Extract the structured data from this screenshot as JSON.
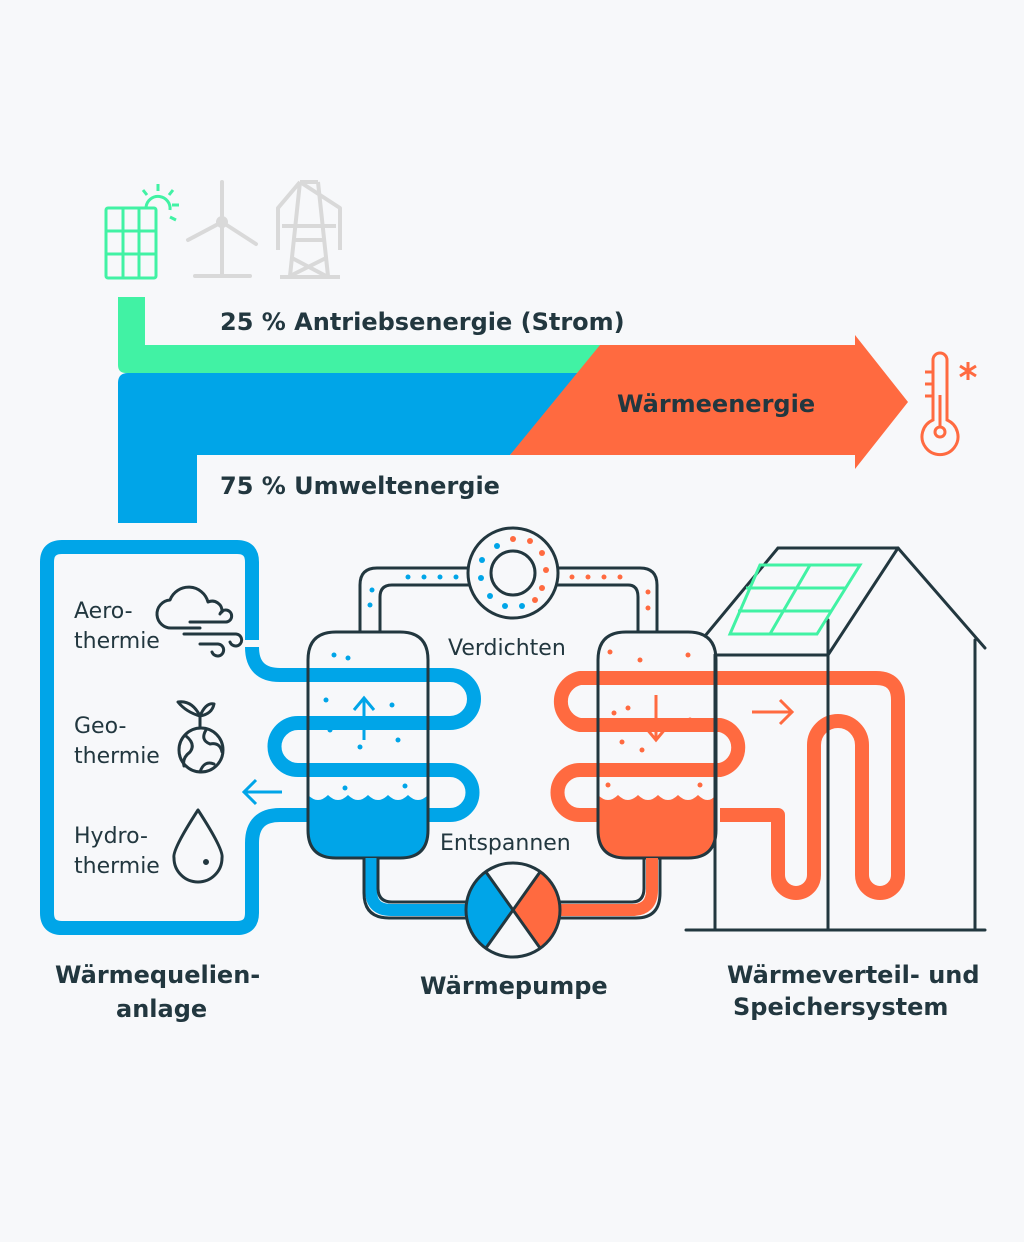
{
  "flow": {
    "drive_energy": "25 % Antriebsenergie (Strom)",
    "heat_energy": "Wärmeenergie",
    "environment_energy": "75 % Umweltenergie"
  },
  "sources": {
    "aero": [
      "Aero-",
      "thermie"
    ],
    "geo": [
      "Geo-",
      "thermie"
    ],
    "hydro": [
      "Hydro-",
      "thermie"
    ]
  },
  "process": {
    "compress": "Verdichten",
    "expand": "Entspannen"
  },
  "sections": {
    "source_system": [
      "Wärmequelien-",
      "anlage"
    ],
    "heat_pump": "Wärmepumpe",
    "distribution": [
      "Wärmeverteil- und",
      "Speichersystem"
    ]
  },
  "colors": {
    "green": "#41f2a4",
    "blue": "#00a5e8",
    "orange": "#ff6a40",
    "dark": "#22373f",
    "grey": "#d9d9d9"
  }
}
